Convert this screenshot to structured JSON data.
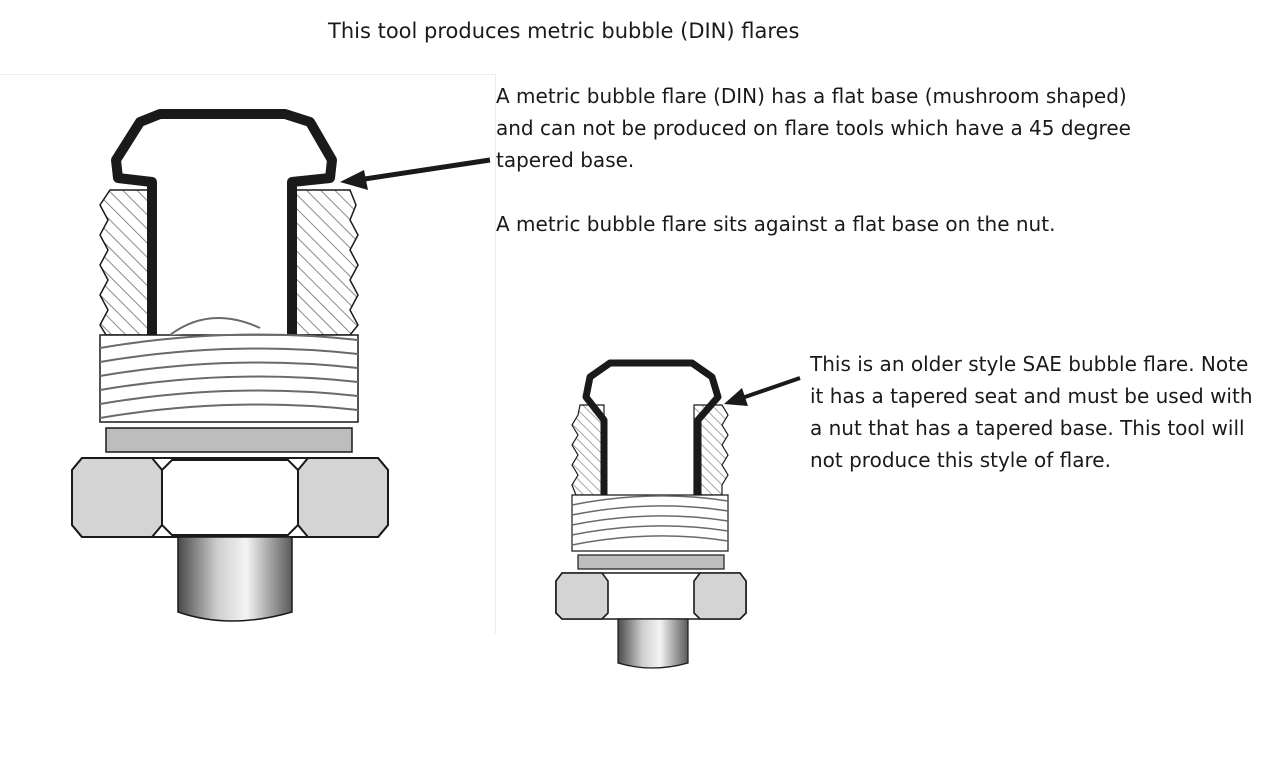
{
  "title": "This tool produces metric bubble (DIN) flares",
  "din_note": {
    "line1": "A metric bubble flare (DIN) has a flat base (mushroom shaped) and can not be produced on flare tools which have a 45 degree tapered base.",
    "line2": "A metric bubble flare sits against a flat base on the nut."
  },
  "sae_note": {
    "text": "This is an older style SAE bubble flare. Note it has a tapered seat and must be used with a nut that has a tapered base. This tool will not produce this style of flare."
  },
  "colors": {
    "outline": "#1a1a1a",
    "hatch": "#8a8a8a",
    "nut_face": "#d4d4d4",
    "tube_dark": "#6a6a6a"
  }
}
